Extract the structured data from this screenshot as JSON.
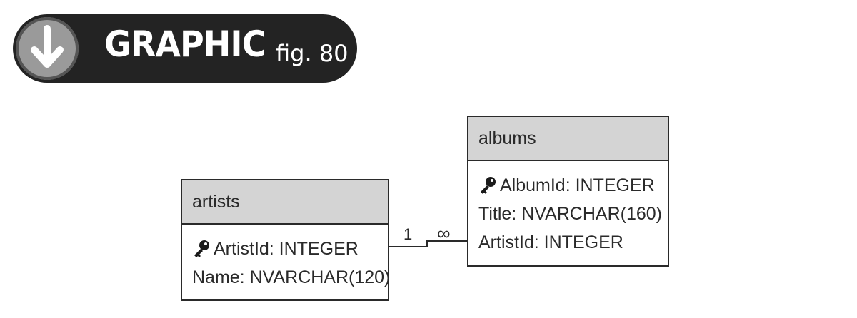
{
  "banner": {
    "word": "GRAPHIC",
    "fig": "fig. 80",
    "icon": "down-arrow-icon"
  },
  "tables": {
    "artists": {
      "name": "artists",
      "fields": [
        {
          "text": "ArtistId: INTEGER",
          "primary_key": true
        },
        {
          "text": "Name: NVARCHAR(120)",
          "primary_key": false
        }
      ]
    },
    "albums": {
      "name": "albums",
      "fields": [
        {
          "text": "AlbumId: INTEGER",
          "primary_key": true
        },
        {
          "text": "Title: NVARCHAR(160)",
          "primary_key": false
        },
        {
          "text": "ArtistId: INTEGER",
          "primary_key": false
        }
      ]
    }
  },
  "relationship": {
    "one_label": "1",
    "many_label": "∞"
  }
}
